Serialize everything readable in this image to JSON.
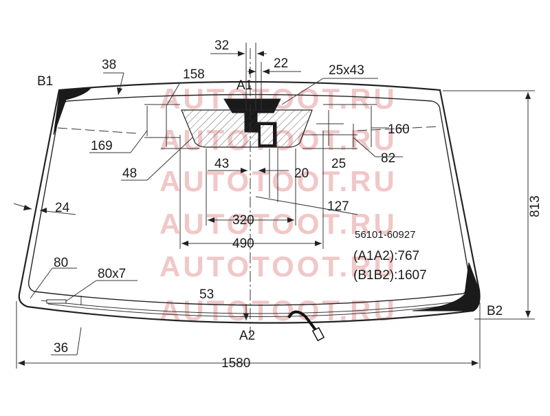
{
  "watermark": {
    "text": "AUTOTOOT.RU"
  },
  "points": {
    "a1": "A1",
    "a2": "A2",
    "b1": "B1",
    "b2": "B2"
  },
  "dimensions": {
    "d32": "32",
    "d22": "22",
    "d38": "38",
    "d158": "158",
    "d25x43": "25x43",
    "d169": "169",
    "d160": "160",
    "d82": "82",
    "d48": "48",
    "d43": "43",
    "d20": "20",
    "d25": "25",
    "d127": "127",
    "d24": "24",
    "d320": "320",
    "d490": "490",
    "d80": "80",
    "d80x7": "80x7",
    "d53": "53",
    "d36": "36",
    "d1580": "1580",
    "d813": "813"
  },
  "info": {
    "part_number": "56101-60927",
    "a1a2": "(A1A2):767",
    "b1b2": "(B1B2):1607"
  },
  "colors": {
    "line": "#222222",
    "watermark": "#f1c7c7"
  }
}
